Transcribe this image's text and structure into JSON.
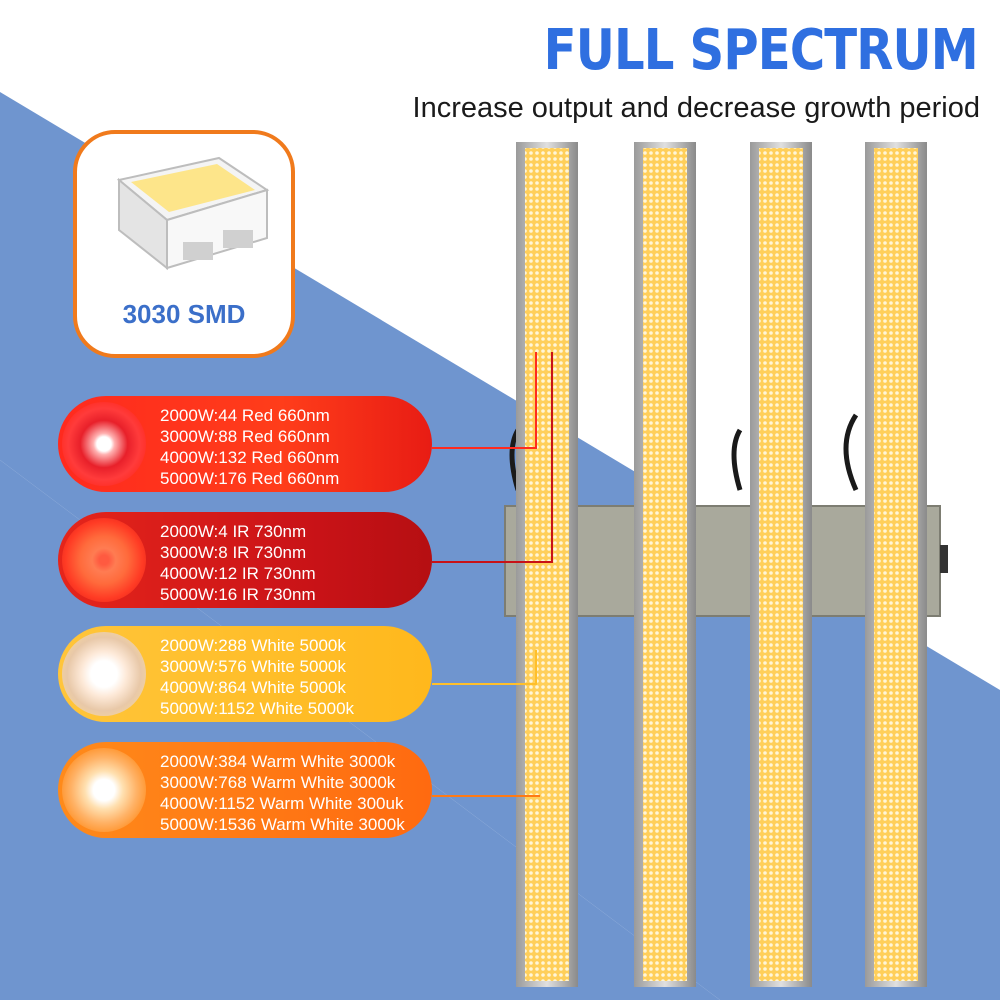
{
  "header": {
    "title": "FULL SPECTRUM",
    "subtitle": "Increase output and decrease growth period"
  },
  "chip": {
    "label": "3030 SMD"
  },
  "spectrum_groups": [
    {
      "name": "red",
      "color": "#ff2a1e",
      "lines": [
        "2000W:44 Red 660nm",
        "3000W:88 Red 660nm",
        "4000W:132 Red 660nm",
        "5000W:176 Red 660nm"
      ]
    },
    {
      "name": "ir",
      "color": "#c81217",
      "lines": [
        "2000W:4 IR 730nm",
        "3000W:8 IR 730nm",
        "4000W:12 IR 730nm",
        "5000W:16 IR 730nm"
      ]
    },
    {
      "name": "white",
      "color": "#ffbf2a",
      "lines": [
        "2000W:288 White 5000k",
        "3000W:576 White 5000k",
        "4000W:864 White 5000k",
        "5000W:1152 White 5000k"
      ]
    },
    {
      "name": "warm-white",
      "color": "#ff7a14",
      "lines": [
        "2000W:384 Warm White 3000k",
        "3000W:768 Warm White 3000k",
        "4000W:1152 Warm White 300uk",
        "5000W:1536 Warm White 3000k"
      ]
    }
  ],
  "colors": {
    "title_blue": "#2f6fe0",
    "stripe_blue": "#6f95cf",
    "chip_border_orange": "#f07a1c",
    "led_amber": "#ffb23a"
  }
}
